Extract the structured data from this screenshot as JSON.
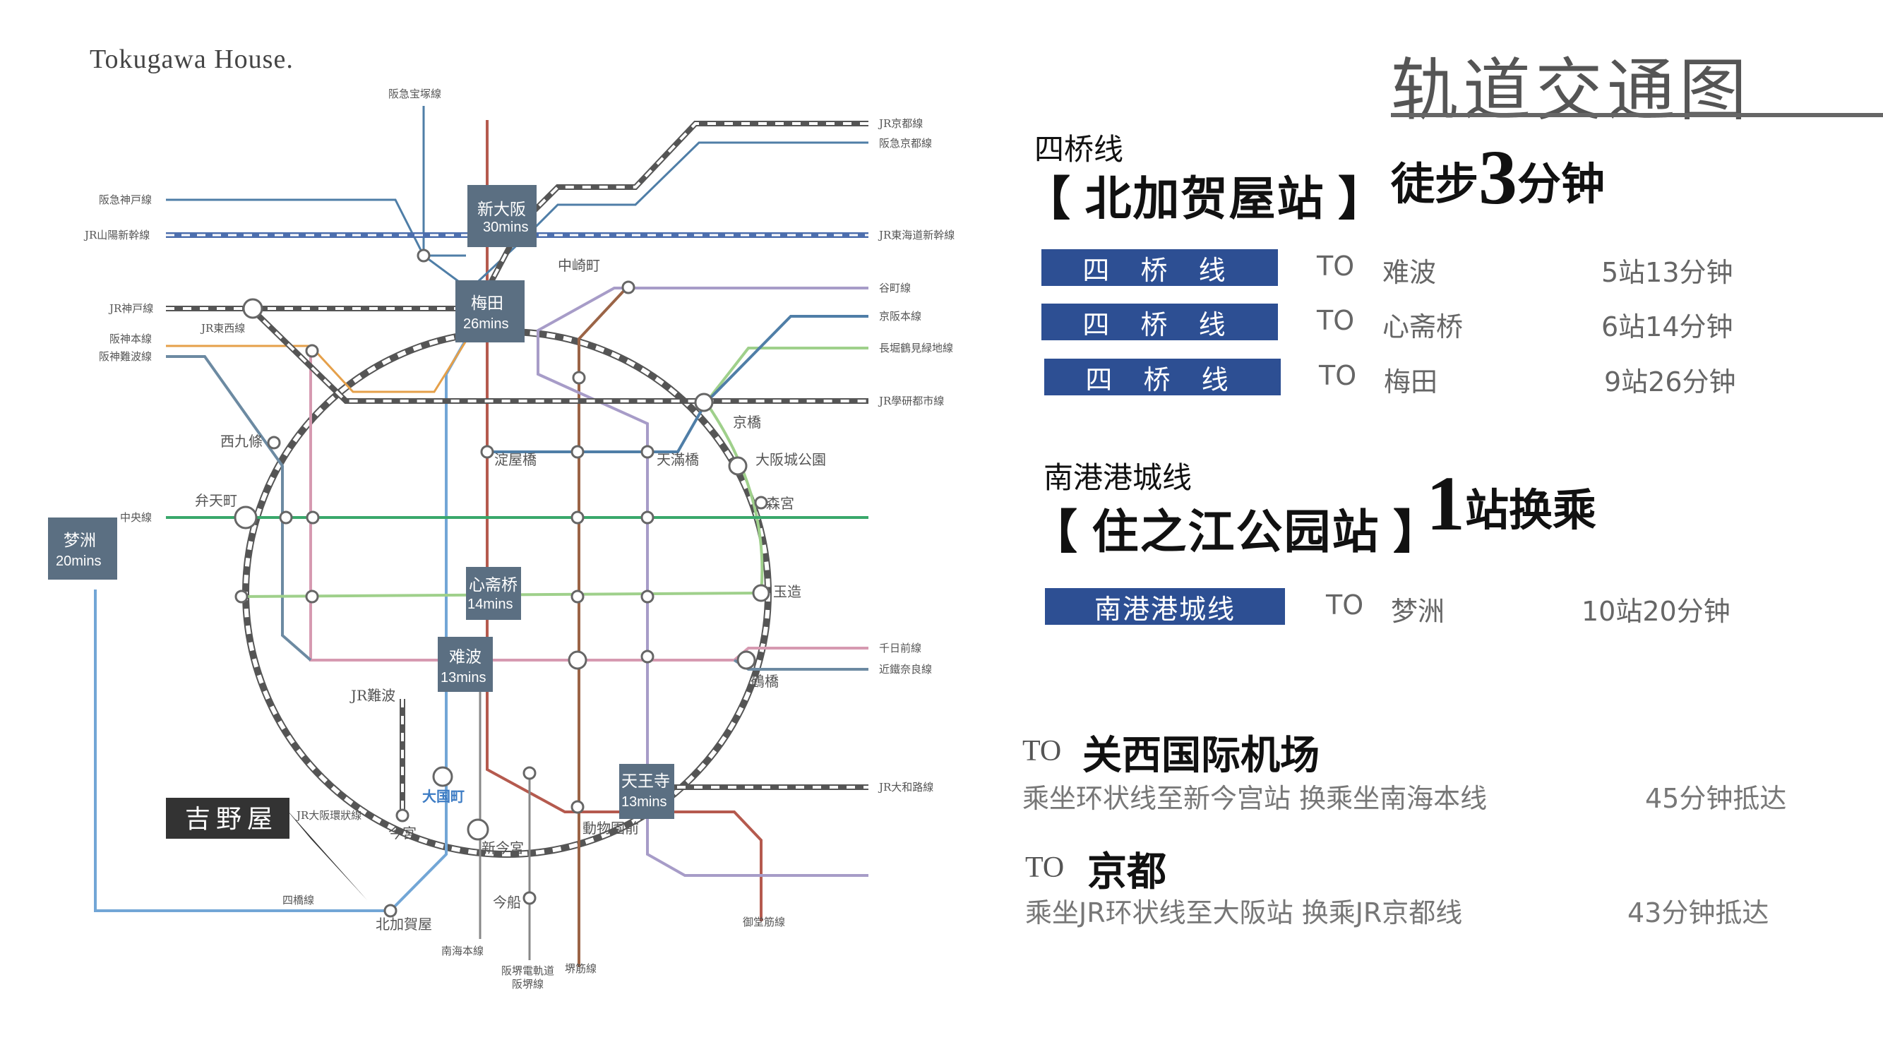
{
  "brand": "Tokugawa House.",
  "page_title": "轨道交通图",
  "map": {
    "boxes": [
      {
        "name": "新大阪",
        "time": "30mins"
      },
      {
        "name": "梅田",
        "time": "26mins"
      },
      {
        "name": "梦洲",
        "time": "20mins"
      },
      {
        "name": "心斋桥",
        "time": "14mins"
      },
      {
        "name": "难波",
        "time": "13mins"
      },
      {
        "name": "天王寺",
        "time": "13mins"
      }
    ],
    "callout": "吉野屋",
    "highlight_station": "大国町",
    "stations": [
      "中崎町",
      "西九條",
      "淀屋橋",
      "天滿橋",
      "京橋",
      "大阪城公園",
      "森宮",
      "弁天町",
      "玉造",
      "鶴橋",
      "JR難波",
      "今宮",
      "新今宮",
      "動物園前",
      "今船",
      "北加賀屋"
    ],
    "lines": [
      "阪急宝塚線",
      "JR京都線",
      "阪急京都線",
      "阪急神戸線",
      "JR山陽新幹線",
      "JR東海道新幹線",
      "谷町線",
      "JR神戸線",
      "京阪本線",
      "JR東西線",
      "阪神本線",
      "長堀鶴見緑地線",
      "阪神難波線",
      "JR學研都市線",
      "中央線",
      "千日前線",
      "近鐵奈良線",
      "JR大和路線",
      "JR大阪環狀線",
      "四橋線",
      "南海本線",
      "阪堺電軌道",
      "阪堺線",
      "堺筋線",
      "御堂筋線"
    ]
  },
  "section1": {
    "line_label": "四桥线",
    "station": "【 北加贺屋站 】",
    "walk_prefix": "徒步",
    "walk_num": "3",
    "walk_suffix": "分钟",
    "rows": [
      {
        "chip": "四 桥 线",
        "to": "TO",
        "dest": "难波",
        "info": "5站13分钟"
      },
      {
        "chip": "四 桥 线",
        "to": "TO",
        "dest": "心斋桥",
        "info": "6站14分钟"
      },
      {
        "chip": "四 桥 线",
        "to": "TO",
        "dest": "梅田",
        "info": "9站26分钟"
      }
    ]
  },
  "section2": {
    "line_label": "南港港城线",
    "station": "【 住之江公园站 】",
    "transfer_num": "1",
    "transfer_suffix": "站换乘",
    "row": {
      "chip": "南港港城线",
      "to": "TO",
      "dest": "梦洲",
      "info": "10站20分钟"
    }
  },
  "section3": [
    {
      "to": "TO",
      "dest": "关西国际机场",
      "desc": "乘坐环状线至新今宫站 换乘坐南海本线",
      "time": "45分钟抵达"
    },
    {
      "to": "TO",
      "dest": "京都",
      "desc": "乘坐JR环状线至大阪站 换乘JR京都线",
      "time": "43分钟抵达"
    }
  ],
  "colors": {
    "chip": "#2d4f93",
    "box": "#5b6f82",
    "midosuji": "#b55a4e",
    "yotsubashi": "#72a6d6",
    "tanimachi": "#a79cc8",
    "chuo": "#3aa86b",
    "loop": "#777777"
  }
}
